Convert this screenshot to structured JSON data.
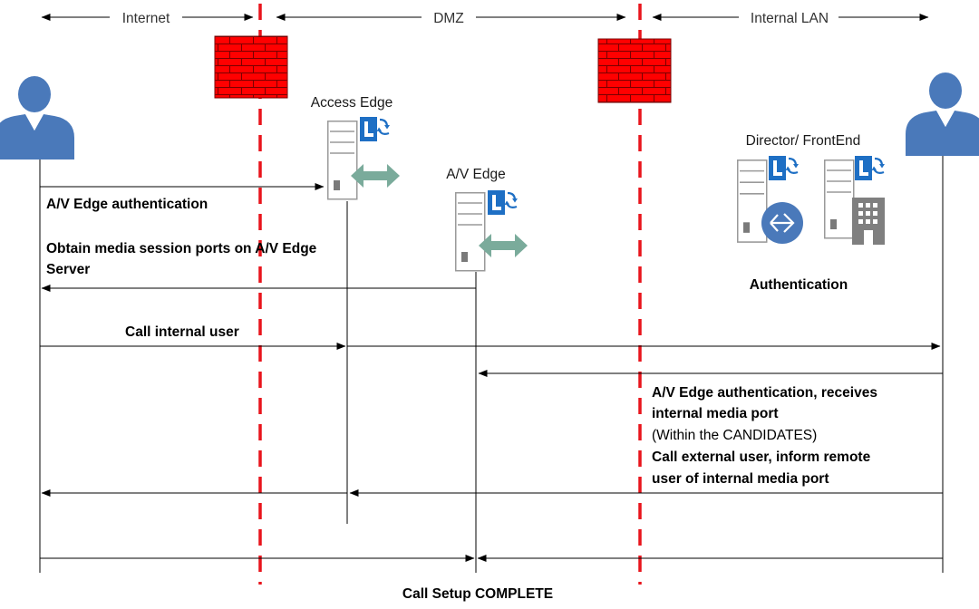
{
  "zones": {
    "internet": "Internet",
    "dmz": "DMZ",
    "internal_lan": "Internal LAN"
  },
  "servers": {
    "access_edge": "Access Edge",
    "av_edge": "A/V Edge",
    "director_frontend": "Director/ FrontEnd"
  },
  "messages": {
    "av_edge_auth": "A/V Edge authentication",
    "obtain_ports_line1": "Obtain media session ports on A/V Edge",
    "obtain_ports_line2": "Server",
    "authentication": "Authentication",
    "call_internal": "Call internal user",
    "auth_receives_line1": "A/V Edge authentication, receives",
    "auth_receives_line2": "internal media port",
    "within_candidates": "(Within the CANDIDATES)",
    "call_external_line1": "Call external user, inform remote",
    "call_external_line2": "user of internal media port",
    "setup_complete": "Call Setup COMPLETE"
  },
  "icons": {
    "user": "user-icon",
    "firewall": "firewall-icon",
    "server": "server-icon",
    "lync": "lync-logo-icon",
    "edge_arrows": "bidirectional-arrow-icon",
    "director": "director-arrow-icon",
    "building": "building-icon"
  },
  "colors": {
    "firewall": "#ff0000",
    "boundary": "#e8141b",
    "user": "#4a79ba",
    "lync_blue": "#1e6fc4",
    "edge_arrow": "#7aab9b",
    "server_outline": "#9a9a9a"
  }
}
